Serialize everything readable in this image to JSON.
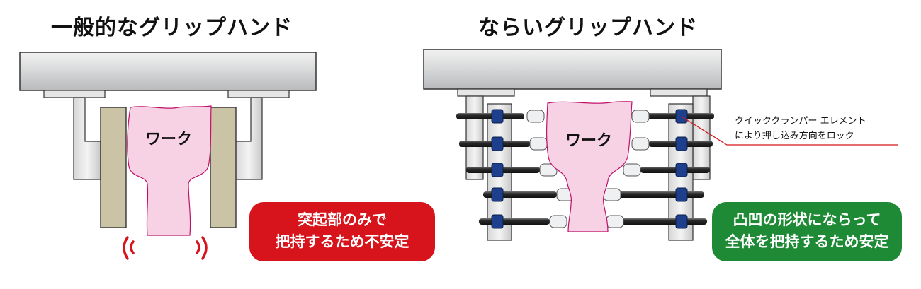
{
  "left": {
    "title": "一般的なグリップハンド",
    "work_label": "ワーク",
    "badge_line1": "突起部のみで",
    "badge_line2": "把持するため不安定"
  },
  "right": {
    "title": "ならいグリップハンド",
    "work_label": "ワーク",
    "callout_line1": "クイッククランパー エレメント",
    "callout_line2": "により押し込み方向をロック",
    "badge_line1": "凸凹の形状にならって",
    "badge_line2": "全体を把持するため安定"
  },
  "colors": {
    "work_fill": "#f6d2e4",
    "work_stroke": "#c0106a",
    "jaw_fill": "#cbc3a6",
    "plate_fill": "#d4d5d6",
    "clamper_blue": "#1d3f8c",
    "red": "#d7141b",
    "green": "#1f8a36"
  },
  "icons": [
    "vibration-icon-left",
    "vibration-icon-right"
  ]
}
